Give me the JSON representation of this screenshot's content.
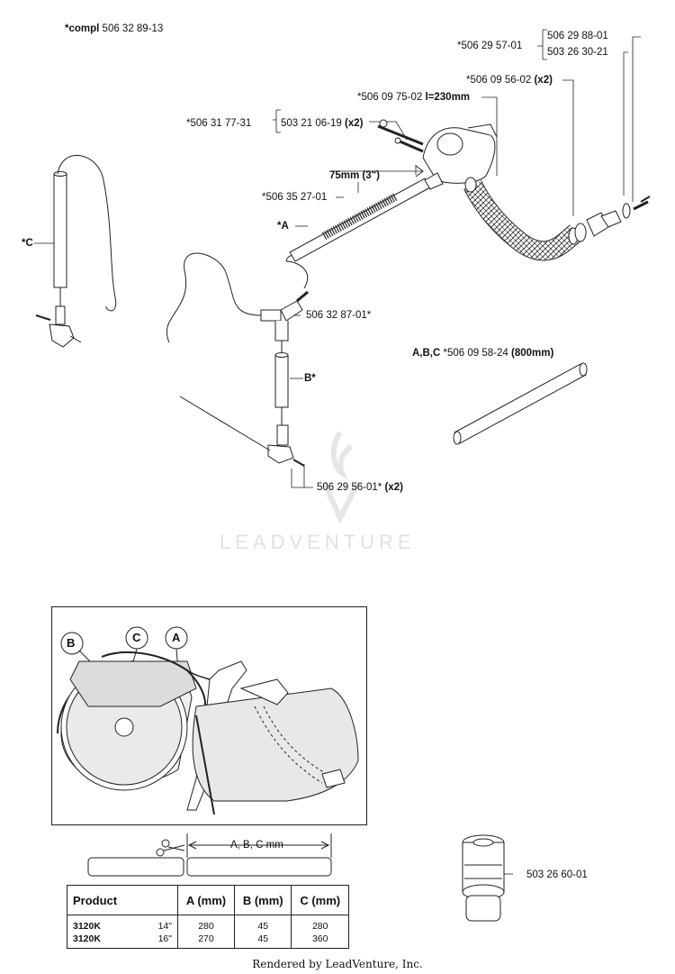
{
  "header": {
    "compl_prefix": "*compl",
    "compl_number": "506 32 89-13"
  },
  "labels": {
    "p1": "*506 29 57-01",
    "p2": "506 29 88-01",
    "p3": "503 26 30-21",
    "p4_num": "*506 09 56-02",
    "p4_qty": "(x2)",
    "p5_num": "*506 09 75-02",
    "p5_len": "l=230mm",
    "p6": "*506 31 77-31",
    "p7_num": "503 21 06-19",
    "p7_qty": "(x2)",
    "dim75": "75mm (3\")",
    "p8": "*506 35 27-01",
    "refA": "*A",
    "refC": "*C",
    "p9": "506 32 87-01*",
    "refB": "B*",
    "p10_num": "506 29 56-01*",
    "p10_qty": "(x2)",
    "p11_refs": "A,B,C",
    "p11_num": "*506 09 58-24",
    "p11_len": "(800mm)",
    "p12": "503 26 60-01"
  },
  "watermark": "LEADVENTURE",
  "inset": {
    "callout_b": "B",
    "callout_c": "C",
    "callout_a": "A"
  },
  "cut_dimension": "A, B, C mm",
  "table": {
    "headers": [
      "Product",
      "A (mm)",
      "B (mm)",
      "C (mm)"
    ],
    "rows": [
      {
        "model": "3120K",
        "size": "14\"",
        "a": "280",
        "b": "45",
        "c": "280"
      },
      {
        "model": "3120K",
        "size": "16\"",
        "a": "270",
        "b": "45",
        "c": "360"
      }
    ]
  },
  "footer": "Rendered by LeadVenture, Inc."
}
